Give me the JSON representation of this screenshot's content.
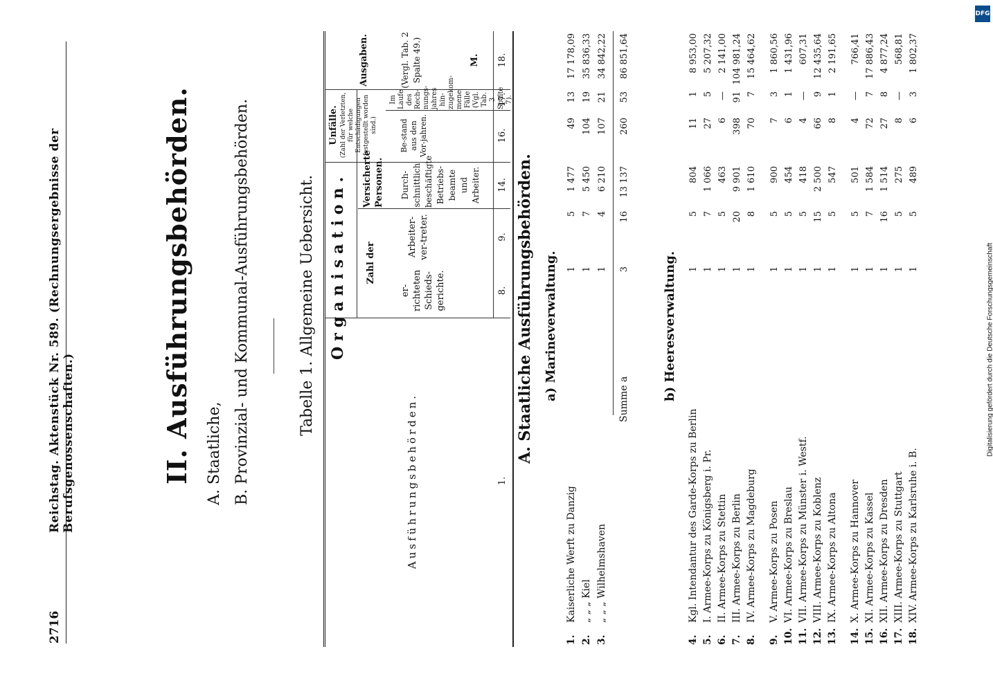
{
  "header": {
    "page_number": "2716",
    "title": "Reichstag. Aktenstück Nr. 589. (Rechnungsergebnisse der Berufsgenossenschaften.)"
  },
  "heading": {
    "main": "II. Ausführungsbehörden.",
    "a": "A. Staatliche,",
    "b": "B. Provinzial- und Kommunal-Ausführungsbehörden.",
    "table_title": "Tabelle 1. Allgemeine Uebersicht."
  },
  "table_head": {
    "col1": "Ausführungsbehörden.",
    "org": "Organisation.",
    "zahl_der": "Zahl der",
    "col8": "er-richteten Schieds-gerichte.",
    "col9": "Arbeiter-ver-treter.",
    "versicherte": "Versicherte Personen.",
    "col14": "Durch-schnittlich beschäftigte Betriebs-beamte und Arbeiter.",
    "unfaelle": "Unfälle.",
    "unfaelle_note": "(Zahl der Verletzten, für welche Entschädigungen festgestellt worden sind.)",
    "col16": "Be-stand aus den Vor-jahren.",
    "col17": "Im Laufe des Rech-nungs-jahres hin-zugekom-mene Fälle (Vgl. Tab. 3 Spalte 7).",
    "col18_head": "Ausgaben.",
    "col18_note": "(Vergl. Tab. 2 Spalte 49.)",
    "col18_unit": "M.",
    "numbers": [
      "1.",
      "8.",
      "9.",
      "14.",
      "16.",
      "17.",
      "18."
    ]
  },
  "section_a": "A. Staatliche Ausführungsbehörden.",
  "sub_a": "a) Marineverwaltung.",
  "rows_a": [
    {
      "no": "1.",
      "name": "Kaiserliche Werft zu Danzig",
      "c8": "1",
      "c9": "5",
      "c14": "1 477",
      "c16": "49",
      "c17": "13",
      "c18": "17 178,09"
    },
    {
      "no": "2.",
      "name": "  „   „  „ Kiel",
      "c8": "1",
      "c9": "7",
      "c14": "5 450",
      "c16": "104",
      "c17": "19",
      "c18": "35 836,33"
    },
    {
      "no": "3.",
      "name": "  „   „  „ Wilhelmshaven",
      "c8": "1",
      "c9": "4",
      "c14": "6 210",
      "c16": "107",
      "c17": "21",
      "c18": "34 842,22"
    }
  ],
  "sum_a": {
    "name": "Summe a",
    "c8": "3",
    "c9": "16",
    "c14": "13 137",
    "c16": "260",
    "c17": "53",
    "c18": "86 851,64"
  },
  "sub_b": "b) Heeresverwaltung.",
  "rows_b": [
    {
      "no": "4.",
      "name": "Kgl. Intendantur des Garde-Korps zu Berlin",
      "c8": "1",
      "c9": "5",
      "c14": "804",
      "c16": "11",
      "c17": "1",
      "c18": "8 953,00"
    },
    {
      "no": "5.",
      "name": "I. Armee-Korps zu Königsberg i. Pr.",
      "c8": "1",
      "c9": "7",
      "c14": "1 066",
      "c16": "27",
      "c17": "5",
      "c18": "5 207,32"
    },
    {
      "no": "6.",
      "name": "II. Armee-Korps zu Stettin",
      "c8": "1",
      "c9": "5",
      "c14": "463",
      "c16": "6",
      "c17": "—",
      "c18": "2 141,00"
    },
    {
      "no": "7.",
      "name": "III. Armee-Korps zu Berlin",
      "c8": "1",
      "c9": "20",
      "c14": "9 901",
      "c16": "398",
      "c17": "91",
      "c18": "104 981,24"
    },
    {
      "no": "8.",
      "name": "IV. Armee-Korps zu Magdeburg",
      "c8": "1",
      "c9": "8",
      "c14": "1 610",
      "c16": "70",
      "c17": "7",
      "c18": "15 464,62"
    },
    {
      "no": "9.",
      "name": "V. Armee-Korps zu Posen",
      "c8": "1",
      "c9": "5",
      "c14": "900",
      "c16": "7",
      "c17": "3",
      "c18": "1 860,56"
    },
    {
      "no": "10.",
      "name": "VI. Armee-Korps zu Breslau",
      "c8": "1",
      "c9": "5",
      "c14": "454",
      "c16": "6",
      "c17": "1",
      "c18": "1 431,96"
    },
    {
      "no": "11.",
      "name": "VII. Armee-Korps zu Münster i. Westf.",
      "c8": "1",
      "c9": "5",
      "c14": "418",
      "c16": "4",
      "c17": "—",
      "c18": "607,31"
    },
    {
      "no": "12.",
      "name": "VIII. Armee-Korps zu Koblenz",
      "c8": "1",
      "c9": "15",
      "c14": "2 500",
      "c16": "66",
      "c17": "9",
      "c18": "12 435,64"
    },
    {
      "no": "13.",
      "name": "IX. Armee-Korps zu Altona",
      "c8": "1",
      "c9": "5",
      "c14": "547",
      "c16": "8",
      "c17": "1",
      "c18": "2 191,65"
    },
    {
      "no": "14.",
      "name": "X. Armee-Korps zu Hannover",
      "c8": "1",
      "c9": "5",
      "c14": "501",
      "c16": "4",
      "c17": "—",
      "c18": "766,41"
    },
    {
      "no": "15.",
      "name": "XI. Armee-Korps zu Kassel",
      "c8": "1",
      "c9": "7",
      "c14": "1 584",
      "c16": "72",
      "c17": "7",
      "c18": "17 886,43"
    },
    {
      "no": "16.",
      "name": "XII. Armee-Korps zu Dresden",
      "c8": "1",
      "c9": "16",
      "c14": "1 514",
      "c16": "27",
      "c17": "8",
      "c18": "4 877,24"
    },
    {
      "no": "17.",
      "name": "XIII. Armee-Korps zu Stuttgart",
      "c8": "1",
      "c9": "5",
      "c14": "275",
      "c16": "8",
      "c17": "—",
      "c18": "568,81"
    },
    {
      "no": "18.",
      "name": "XIV. Armee-Korps zu Karlsruhe i. B.",
      "c8": "1",
      "c9": "5",
      "c14": "489",
      "c16": "6",
      "c17": "3",
      "c18": "1 802,37"
    }
  ],
  "side_note": "Digitalisierung gefördert durch die Deutsche Forschungsgemeinschaft",
  "dfg_logo": "DFG"
}
